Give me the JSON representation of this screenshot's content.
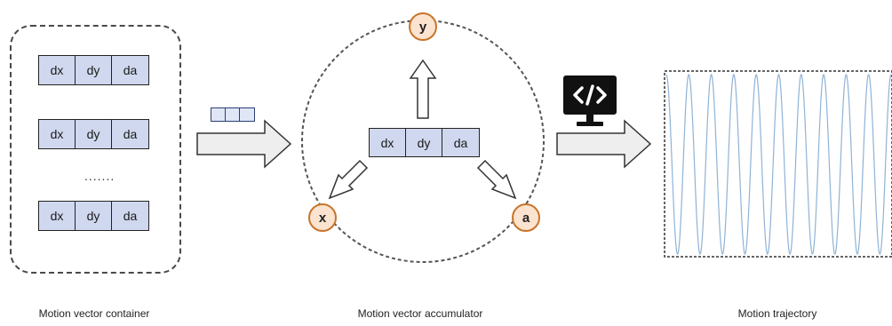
{
  "container": {
    "rows": [
      [
        "dx",
        "dy",
        "da"
      ],
      [
        "dx",
        "dy",
        "da"
      ],
      [
        "dx",
        "dy",
        "da"
      ]
    ],
    "ellipsis": ".......",
    "caption": "Motion vector container"
  },
  "accumulator": {
    "vector": [
      "dx",
      "dy",
      "da"
    ],
    "axes": {
      "y": "y",
      "x": "x",
      "a": "a"
    },
    "caption": "Motion vector accumulator"
  },
  "trajectory": {
    "caption": "Motion trajectory",
    "wave_color": "#8fb3d6",
    "cycles": 10
  },
  "colors": {
    "vector_fill": "#cfd8ee",
    "node_fill": "#fbe3cf",
    "node_stroke": "#c8742a",
    "arrow_fill": "#eeeeee"
  },
  "icons": [
    "code-icon"
  ]
}
